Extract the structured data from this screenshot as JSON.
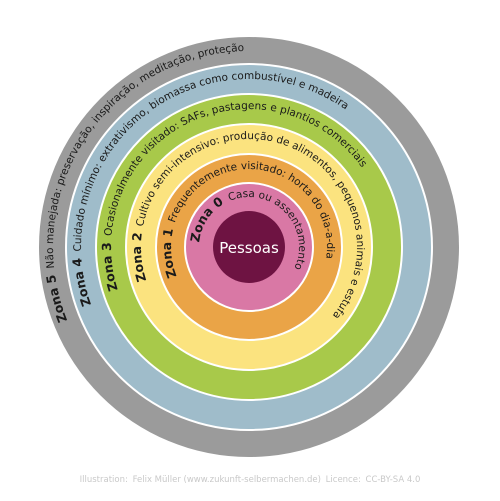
{
  "center": {
    "label": "Pessoas",
    "color": "#6e1342"
  },
  "zones": [
    {
      "name": "Zona 0",
      "description": "Casa ou assentamento",
      "color": "#d978a5"
    },
    {
      "name": "Zona 1",
      "description": "Frequentemente visitado: horta do dia-a-dia",
      "color": "#eaa447"
    },
    {
      "name": "Zona 2",
      "description": "Cultivo semi-intensivo: produção de alimentos, pequenos animais e estufa",
      "color": "#fbe37f"
    },
    {
      "name": "Zona 3",
      "description": "Ocasionalmente visitado: SAFs, pastagens e plantios comerciais",
      "color": "#a8c94a"
    },
    {
      "name": "Zona 4",
      "description": "Cuidado mínimo: extrativismo, biomassa como combustível e madeira",
      "color": "#9fbcca"
    },
    {
      "name": "Zona 5",
      "description": "Não manejada: preservação, inspiração, meditação, proteção",
      "color": "#9b9b9b"
    }
  ],
  "credit": {
    "illustration_label": "Illustration:",
    "author": "Felix Müller (www.zukunft-selbermachen.de)",
    "licence_label": "Licence:",
    "licence": "CC-BY-SA 4.0"
  }
}
